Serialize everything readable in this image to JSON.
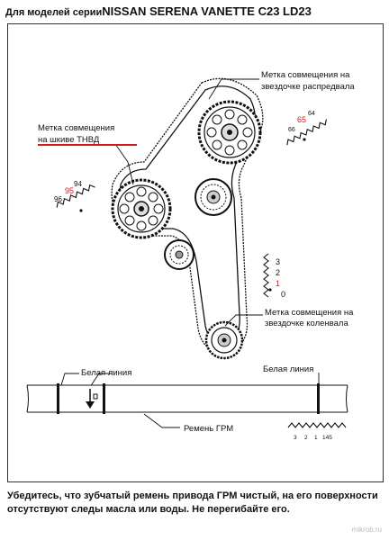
{
  "header": {
    "prefix": "Для моделей серии",
    "model": "NISSAN SERENA VANETTE C23 LD23"
  },
  "labels": {
    "cam_mark_line1": "Метка совмещения на",
    "cam_mark_line2": "звездочке распредвала",
    "pump_mark_line1": "Метка совмещения",
    "pump_mark_line2": "на шкиве ТНВД",
    "crank_mark_line1": "Метка совмещения на",
    "crank_mark_line2": "звездочке коленвала",
    "white_line_left": "Белая линия",
    "white_line_right": "Белая линия",
    "belt_label": "Ремень ГРМ"
  },
  "tooth_numbers": {
    "cam": [
      "65",
      "64",
      "66"
    ],
    "pump": [
      "94",
      "95",
      "96"
    ],
    "crank": [
      "3",
      "2",
      "1",
      "0"
    ],
    "belt": [
      "3",
      "2",
      "1",
      "145"
    ]
  },
  "caption": "Убедитесь, что зубчатый ремень привода ГРМ чистый, на его поверхности отсутствуют следы масла или воды. Не перегибайте его.",
  "watermark": "mikrob.ru",
  "colors": {
    "accent_red": "#d11a1a",
    "line": "#111111"
  }
}
